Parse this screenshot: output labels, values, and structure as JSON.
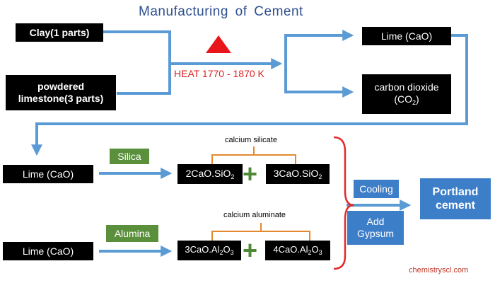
{
  "title": "Manufacturing of Cement",
  "heat_label": "HEAT 1770 - 1870 K",
  "boxes": {
    "clay": "Clay(1 parts)",
    "limestone_line1": "powdered",
    "limestone_line2": "limestone(3 parts)",
    "lime_top": "Lime (CaO)",
    "co2_line1": "carbon dioxide",
    "co2_formula": {
      "a": "(CO",
      "sub": "2",
      "b": ")"
    },
    "lime_mid": "Lime (CaO)",
    "lime_bottom": "Lime (CaO)",
    "silica": "Silica",
    "alumina": "Alumina",
    "ca2sio2": {
      "a": "2CaO.SiO",
      "sub": "2"
    },
    "ca3sio2": {
      "a": "3CaO.SiO",
      "sub": "2"
    },
    "ca3al2o3": {
      "a": "3CaO.Al",
      "sub1": "2",
      "b": "O",
      "sub2": "3"
    },
    "ca4al2o3": {
      "a": "4CaO.Al",
      "sub1": "2",
      "b": "O",
      "sub2": "3"
    },
    "cooling": "Cooling",
    "add_gypsum_line1": "Add",
    "add_gypsum_line2": "Gypsum",
    "portland_line1": "Portland",
    "portland_line2": "cement"
  },
  "labels": {
    "calcium_silicate": "calcium silicate",
    "calcium_aluminate": "calcium aluminate",
    "credit": "chemistryscl.com"
  },
  "colors": {
    "arrow_blue": "#5b9bd5",
    "heat_triangle": "#e8161b",
    "bracket_red": "#e22a2a",
    "bracket_orange": "#e4892f",
    "plus_green": "#4e8a35",
    "box_green": "#5a8f3c",
    "box_blue": "#3d7ec9"
  }
}
